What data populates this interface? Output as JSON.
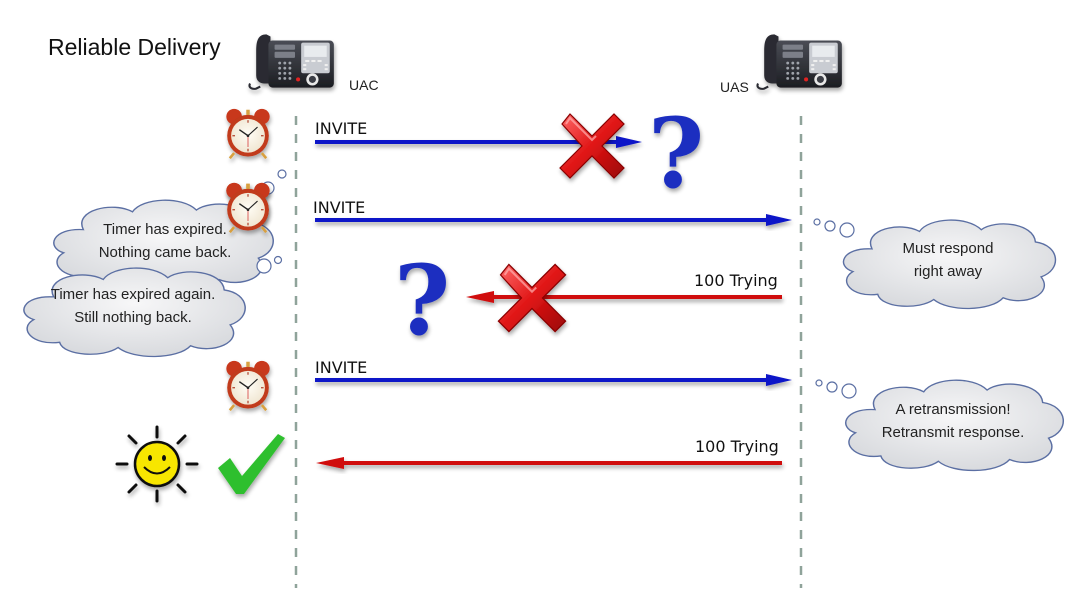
{
  "title": "Reliable Delivery",
  "parties": {
    "left": {
      "label": "UAC",
      "icon": "desk-phone-icon"
    },
    "right": {
      "label": "UAS",
      "icon": "desk-phone-icon"
    }
  },
  "colors": {
    "request_arrow": "#0a12c8",
    "response_arrow": "#d00a0a",
    "lifeline": "#8fa39a",
    "cloud_fill": "#e6e7ea",
    "cloud_stroke": "#5b6fa3",
    "x_mark": "#d41a1a",
    "question_mark": "#1b2fc0",
    "check_mark": "#2fbf2f",
    "sun": "#f7e600"
  },
  "messages": [
    {
      "label": "INVITE",
      "direction": "uac-to-uas",
      "status": "lost",
      "icons": [
        "alarm-clock-icon",
        "x-mark-icon",
        "question-mark-icon"
      ]
    },
    {
      "label": "INVITE",
      "direction": "uac-to-uas",
      "status": "delivered",
      "icons": [
        "alarm-clock-icon"
      ]
    },
    {
      "label": "100 Trying",
      "direction": "uas-to-uac",
      "status": "lost",
      "icons": [
        "x-mark-icon",
        "question-mark-icon"
      ]
    },
    {
      "label": "INVITE",
      "direction": "uac-to-uas",
      "status": "delivered",
      "icons": [
        "alarm-clock-icon"
      ]
    },
    {
      "label": "100 Trying",
      "direction": "uas-to-uac",
      "status": "delivered",
      "icons": [
        "sun-smiley-icon",
        "check-mark-icon"
      ]
    }
  ],
  "thoughts": {
    "uac_1": [
      "Timer has expired.",
      "Nothing came back."
    ],
    "uac_2": [
      "Timer has expired again.",
      "Still nothing back."
    ],
    "uas_1": [
      "Must respond",
      "right away"
    ],
    "uas_2": [
      "A retransmission!",
      "Retransmit response."
    ]
  }
}
